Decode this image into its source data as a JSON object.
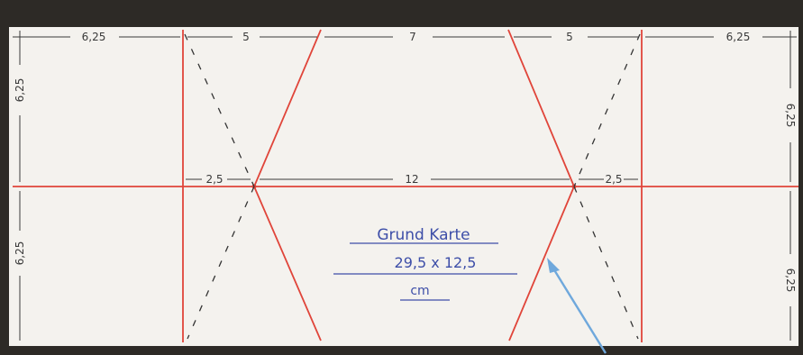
{
  "photo": {
    "background_color": "#2d2a26",
    "card_color": "#f4f2ee",
    "cut_line_color": "#e0453a",
    "fold_line_color": "#333333",
    "dimension_color": "#3a3a3a",
    "ink_color": "#3d4ea8",
    "arrow_color": "#6fa8dc"
  },
  "top_dimensions": {
    "left_edge": "6,25",
    "left_panel": "5",
    "center": "7",
    "right_panel": "5",
    "right_edge": "6,25"
  },
  "middle_dimensions": {
    "left_small": "2,5",
    "center": "12",
    "right_small": "2,5"
  },
  "side_dimensions": {
    "left_top": "6,25",
    "left_bottom": "6,25",
    "right_top": "6,25",
    "right_bottom": "6,25"
  },
  "note": {
    "title": "Grund Karte",
    "size": "29,5 x 12,5",
    "unit": "cm"
  }
}
